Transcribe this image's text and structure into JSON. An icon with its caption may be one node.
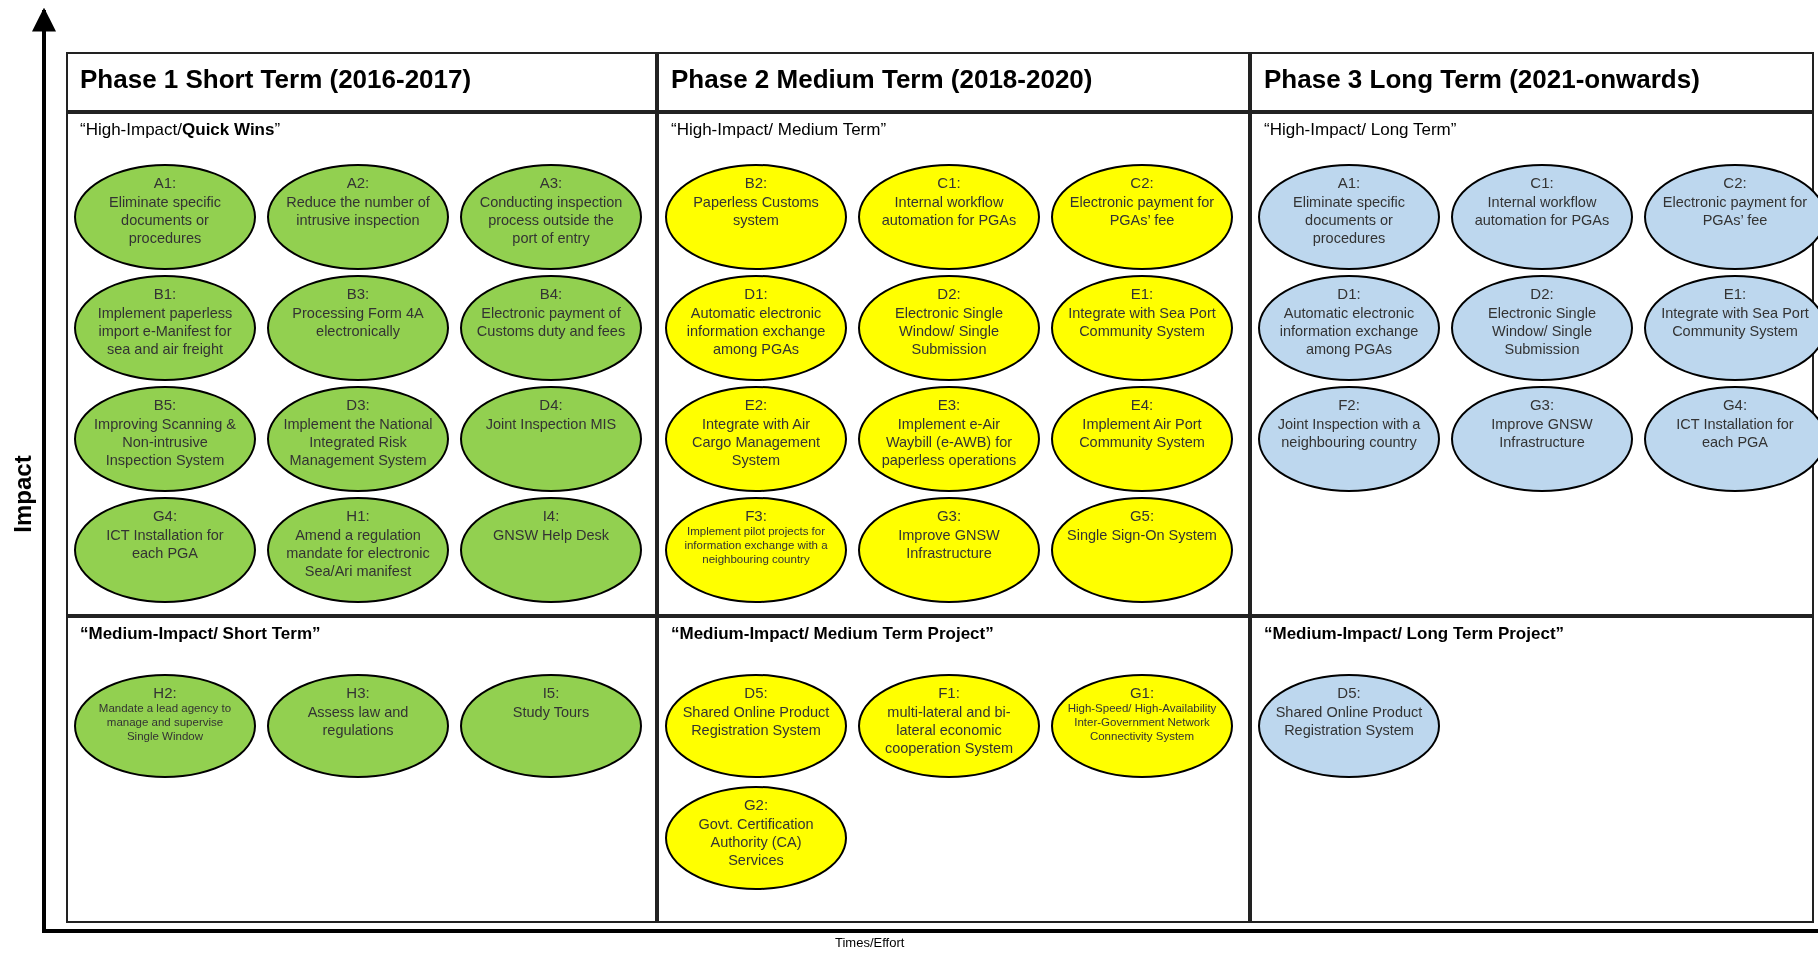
{
  "diagram": {
    "nodes": [
      {
        "text": [
          "Phase 1 Short Term (2016-2017)"
        ]
      },
      {
        "text": [
          "Phase 2 Medium Term (2018-2020)"
        ]
      },
      {
        "text": [
          "Phase 3 Long Term (2021-onwards)"
        ]
      },
      {
        "text": [
          "“High-Impact/**Quick Wins**”"
        ]
      },
      {
        "text": [
          "A1:",
          "Eliminate specific documents or procedures"
        ],
        "in": 3
      },
      {
        "text": [
          "A2:",
          "Reduce the number of intrusive inspection"
        ],
        "in": 3
      },
      {
        "text": [
          "A3:",
          "Conducting inspection process outside the port of entry"
        ],
        "in": 3
      },
      {
        "text": [
          "B1:",
          "Implement paperless import e-Manifest for sea and air freight"
        ],
        "in": 3
      },
      {
        "text": [
          "B3:",
          "Processing Form 4A electronically"
        ],
        "in": 3
      },
      {
        "text": [
          "B4:",
          "Electronic payment of Customs duty and fees"
        ],
        "in": 3
      },
      {
        "text": [
          "B5:",
          "Improving Scanning & Non-intrusive Inspection System"
        ],
        "in": 3
      },
      {
        "text": [
          "D3:",
          "Implement the National Integrated Risk Management System"
        ],
        "in": 3
      },
      {
        "text": [
          "D4:",
          "Joint Inspection MIS"
        ],
        "in": 3
      },
      {
        "text": [
          "G4:",
          "ICT Installation for each PGA"
        ],
        "in": 3
      },
      {
        "text": [
          "H1:",
          "Amend a regulation mandate for electronic Sea/Ari manifest"
        ],
        "in": 3
      },
      {
        "text": [
          "I4:",
          "GNSW Help Desk"
        ],
        "in": 3
      },
      {
        "text": [
          "“High-Impact/ Medium Term”"
        ]
      },
      {
        "text": [
          "B2:",
          "Paperless Customs system"
        ],
        "in": 16
      },
      {
        "text": [
          "C1:",
          "Internal workflow automation for PGAs"
        ],
        "in": 16
      },
      {
        "text": [
          "C2:",
          "Electronic payment for PGAs’ fee"
        ],
        "in": 16
      },
      {
        "text": [
          "D1:",
          "Automatic electronic information exchange among PGAs"
        ],
        "in": 16
      },
      {
        "text": [
          "D2:",
          "Electronic Single Window/ Single Submission"
        ],
        "in": 16
      },
      {
        "text": [
          "E1:",
          "Integrate with Sea Port Community System"
        ],
        "in": 16
      },
      {
        "text": [
          "E2:",
          "Integrate with Air Cargo Management System"
        ],
        "in": 16
      },
      {
        "text": [
          "E3:",
          "Implement e-Air Waybill (e-AWB) for paperless operations"
        ],
        "in": 16
      },
      {
        "text": [
          "E4:",
          "Implement Air Port Community System"
        ],
        "in": 16
      },
      {
        "text": [
          "F3:",
          "Implement pilot projects for information exchange with a neighbouring country"
        ],
        "in": 16
      },
      {
        "text": [
          "G3:",
          "Improve GNSW Infrastructure"
        ],
        "in": 16
      },
      {
        "text": [
          "G5:",
          "Single Sign-On System"
        ],
        "in": 16
      },
      {
        "text": [
          "“High-Impact/ Long Term”"
        ]
      },
      {
        "text": [
          "A1:",
          "Eliminate specific documents or procedures"
        ],
        "in": 29
      },
      {
        "text": [
          "C1:",
          "Internal workflow automation for PGAs"
        ],
        "in": 29
      },
      {
        "text": [
          "C2:",
          "Electronic payment for PGAs’ fee"
        ],
        "in": 29
      },
      {
        "text": [
          "D1:",
          "Automatic electronic information exchange among PGAs"
        ],
        "in": 29
      },
      {
        "text": [
          "D2:",
          "Electronic Single Window/ Single Submission"
        ],
        "in": 29
      },
      {
        "text": [
          "E1:",
          "Integrate with Sea Port Community System"
        ],
        "in": 29
      },
      {
        "text": [
          "F2:",
          "Joint Inspection with a neighbouring country"
        ],
        "in": 29
      },
      {
        "text": [
          "G3:",
          "Improve GNSW Infrastructure"
        ],
        "in": 29
      },
      {
        "text": [
          "G4:",
          "ICT Installation for each PGA"
        ],
        "in": 29
      },
      {
        "text": [
          "“Medium-Impact/ Short Term”"
        ]
      },
      {
        "text": [
          "H2:",
          "Mandate a lead agency to manage and supervise Single Window"
        ],
        "in": 39
      },
      {
        "text": [
          "H3:",
          "Assess law and regulations"
        ],
        "in": 39
      },
      {
        "text": [
          "I5:",
          "Study Tours"
        ],
        "in": 39
      },
      {
        "text": [
          "“Medium-Impact/ Medium Term Project”"
        ]
      },
      {
        "text": [
          "D5:",
          "Shared Online Product Registration System"
        ],
        "in": 43
      },
      {
        "text": [
          "F1:",
          "multi-lateral and bi-lateral economic cooperation System"
        ],
        "in": 43
      },
      {
        "text": [
          "G1:",
          "High-Speed/ High-Availability Inter-Government Network Connectivity System"
        ],
        "in": 43
      },
      {
        "text": [
          "G2:",
          "Govt. Certification Authority (CA) Services"
        ],
        "in": 43
      },
      {
        "text": [
          "“Medium-Impact/ Long Term Project”"
        ]
      },
      {
        "text": [
          "D5:",
          "Shared Online Product Registration System"
        ],
        "in": 48
      }
    ],
    "edges": [],
    "labels": [
      "Impact",
      "Times/Effort"
    ]
  }
}
